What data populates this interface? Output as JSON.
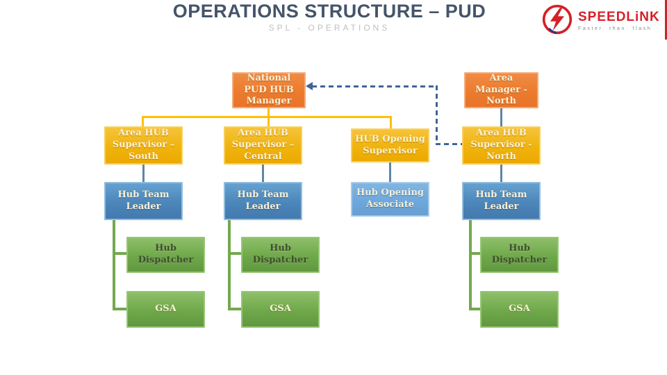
{
  "slide": {
    "title": "OPERATIONS STRUCTURE – PUD",
    "subtitle": "SPL - OPERATIONS"
  },
  "logo": {
    "brand": "SPEEDLiNK",
    "tagline": "Faster than flash",
    "icon": "lightning-bolt-icon",
    "brand_color": "#D61F26",
    "tagline_color": "#8A8A8A"
  },
  "accents": {
    "title_color": "#44546A",
    "subtitle_color": "#BFBFBF",
    "slide_edge_line_color": "#C1272D"
  },
  "org_chart": {
    "nodes": {
      "national_pud_hub_manager": {
        "label": "National PUD HUB Manager",
        "fill": "#ED7D31",
        "level": 1
      },
      "area_manager_north": {
        "label": "Area Manager - North",
        "fill": "#ED7D31",
        "level": 1
      },
      "area_hub_supervisor_south": {
        "label": "Area HUB Supervisor – South",
        "fill": "#F1B211",
        "level": 2
      },
      "area_hub_supervisor_central": {
        "label": "Area HUB Supervisor – Central",
        "fill": "#F1B211",
        "level": 2
      },
      "hub_opening_supervisor": {
        "label": "HUB Opening Supervisor",
        "fill": "#F1B211",
        "level": 2
      },
      "area_hub_supervisor_north": {
        "label": "Area HUB Supervisor - North",
        "fill": "#F1B211",
        "level": 2
      },
      "hub_team_leader_south": {
        "label": "Hub Team Leader",
        "fill": "#4A86C0",
        "level": 3
      },
      "hub_team_leader_central": {
        "label": "Hub Team Leader",
        "fill": "#4A86C0",
        "level": 3
      },
      "hub_opening_associate": {
        "label": "Hub Opening Associate",
        "fill": "#6FA8DC",
        "level": 3
      },
      "hub_team_leader_north": {
        "label": "Hub Team Leader",
        "fill": "#4A86C0",
        "level": 3
      },
      "hub_dispatcher_south": {
        "label": "Hub Dispatcher",
        "fill": "#6FA84A",
        "level": 4
      },
      "hub_dispatcher_central": {
        "label": "Hub Dispatcher",
        "fill": "#6FA84A",
        "level": 4
      },
      "hub_dispatcher_north": {
        "label": "Hub Dispatcher",
        "fill": "#6FA84A",
        "level": 4
      },
      "gsa_south": {
        "label": "GSA",
        "fill": "#6FA84A",
        "level": 5
      },
      "gsa_central": {
        "label": "GSA",
        "fill": "#6FA84A",
        "level": 5
      },
      "gsa_north": {
        "label": "GSA",
        "fill": "#6FA84A",
        "level": 5
      }
    },
    "connector_colors": {
      "manager_to_supervisors": "#FFC000",
      "supervisor_to_leader": "#5E86A5",
      "leader_to_children": "#74A84E",
      "dashed_reporting_line": "#41639C"
    }
  }
}
